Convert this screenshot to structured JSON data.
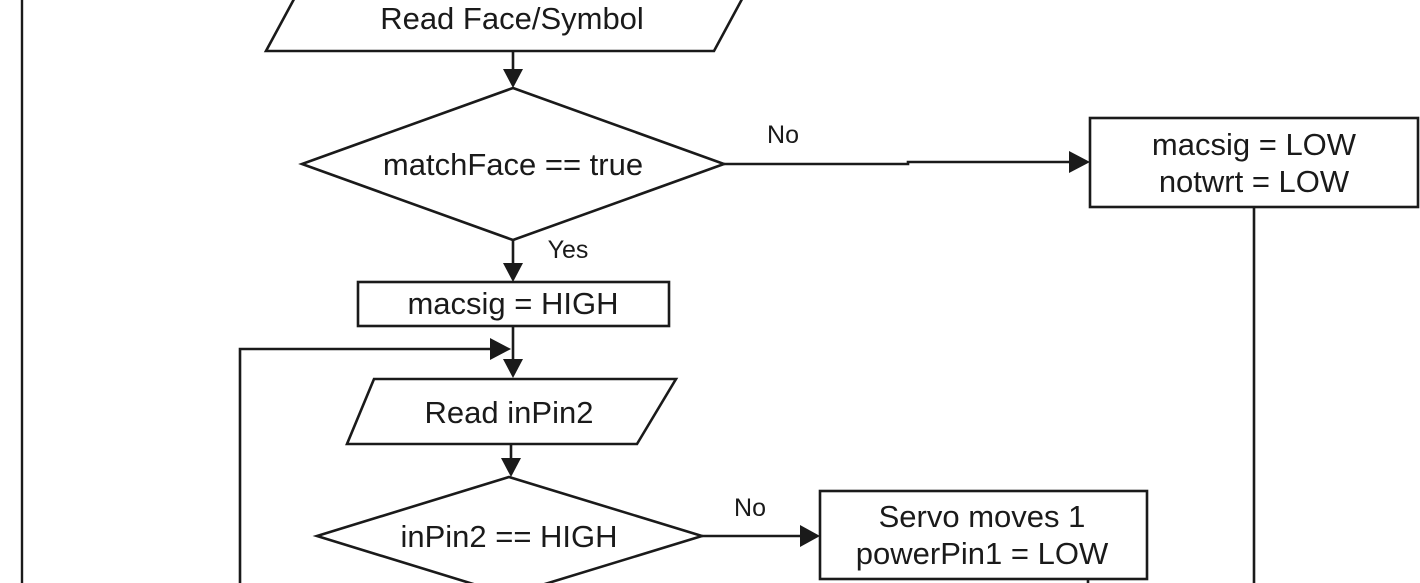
{
  "nodes": {
    "read_face": {
      "kind": "input-output",
      "text": "Read Face/Symbol"
    },
    "match_face": {
      "kind": "decision",
      "text": "matchFace == true"
    },
    "macsig_low_block": {
      "kind": "process",
      "lines": [
        "macsig = LOW",
        "notwrt = LOW"
      ]
    },
    "macsig_high": {
      "kind": "process",
      "text": "macsig = HIGH"
    },
    "read_inpin2": {
      "kind": "input-output",
      "text": "Read inPin2"
    },
    "inpin2_check": {
      "kind": "decision",
      "text": "inPin2 == HIGH"
    },
    "servo_block": {
      "kind": "process",
      "lines": [
        "Servo moves 1",
        "powerPin1 = LOW"
      ]
    }
  },
  "edges": {
    "match_no": {
      "label": "No"
    },
    "match_yes": {
      "label": "Yes"
    },
    "inpin2_no": {
      "label": "No"
    }
  }
}
